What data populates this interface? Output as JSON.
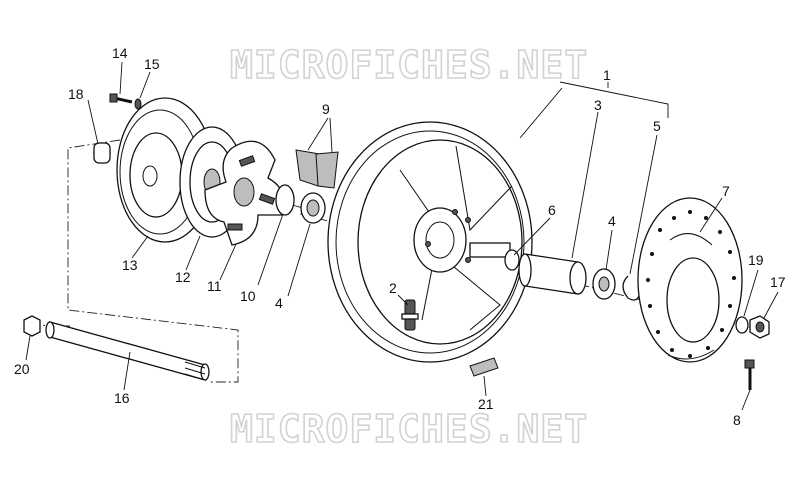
{
  "watermark": "MICROFICHES.NET",
  "callouts": [
    {
      "id": "c1",
      "text": "1"
    },
    {
      "id": "c2",
      "text": "2"
    },
    {
      "id": "c3",
      "text": "3"
    },
    {
      "id": "c4a",
      "text": "4"
    },
    {
      "id": "c4b",
      "text": "4"
    },
    {
      "id": "c5",
      "text": "5"
    },
    {
      "id": "c6",
      "text": "6"
    },
    {
      "id": "c7",
      "text": "7"
    },
    {
      "id": "c8",
      "text": "8"
    },
    {
      "id": "c9",
      "text": "9"
    },
    {
      "id": "c10",
      "text": "10"
    },
    {
      "id": "c11",
      "text": "11"
    },
    {
      "id": "c12",
      "text": "12"
    },
    {
      "id": "c13",
      "text": "13"
    },
    {
      "id": "c14",
      "text": "14"
    },
    {
      "id": "c15",
      "text": "15"
    },
    {
      "id": "c16",
      "text": "16"
    },
    {
      "id": "c17",
      "text": "17"
    },
    {
      "id": "c18",
      "text": "18"
    },
    {
      "id": "c19",
      "text": "19"
    },
    {
      "id": "c20",
      "text": "20"
    },
    {
      "id": "c21",
      "text": "21"
    }
  ]
}
